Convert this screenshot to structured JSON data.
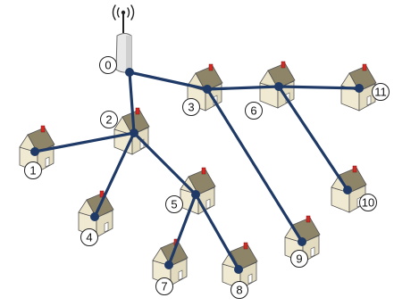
{
  "colors": {
    "link": "#1f3a66",
    "house_body": "#f1ead2",
    "house_roof": "#8e8468",
    "house_edge": "#555555",
    "chimney": "#d42a24",
    "antenna": "#222222",
    "label_fill": "#ffffff",
    "label_stroke": "#222222"
  },
  "nodes": [
    {
      "id": 0,
      "label": "0",
      "kind": "access-point"
    },
    {
      "id": 1,
      "label": "1",
      "kind": "house"
    },
    {
      "id": 2,
      "label": "2",
      "kind": "house"
    },
    {
      "id": 3,
      "label": "3",
      "kind": "house"
    },
    {
      "id": 4,
      "label": "4",
      "kind": "house"
    },
    {
      "id": 5,
      "label": "5",
      "kind": "house"
    },
    {
      "id": 6,
      "label": "6",
      "kind": "house"
    },
    {
      "id": 7,
      "label": "7",
      "kind": "house"
    },
    {
      "id": 8,
      "label": "8",
      "kind": "house"
    },
    {
      "id": 9,
      "label": "9",
      "kind": "house"
    },
    {
      "id": 10,
      "label": "10",
      "kind": "house"
    },
    {
      "id": 11,
      "label": "11",
      "kind": "house"
    }
  ],
  "links": [
    [
      0,
      2
    ],
    [
      0,
      3
    ],
    [
      3,
      6
    ],
    [
      6,
      11
    ],
    [
      6,
      10
    ],
    [
      3,
      9
    ],
    [
      2,
      1
    ],
    [
      2,
      4
    ],
    [
      2,
      5
    ],
    [
      5,
      7
    ],
    [
      5,
      8
    ]
  ]
}
